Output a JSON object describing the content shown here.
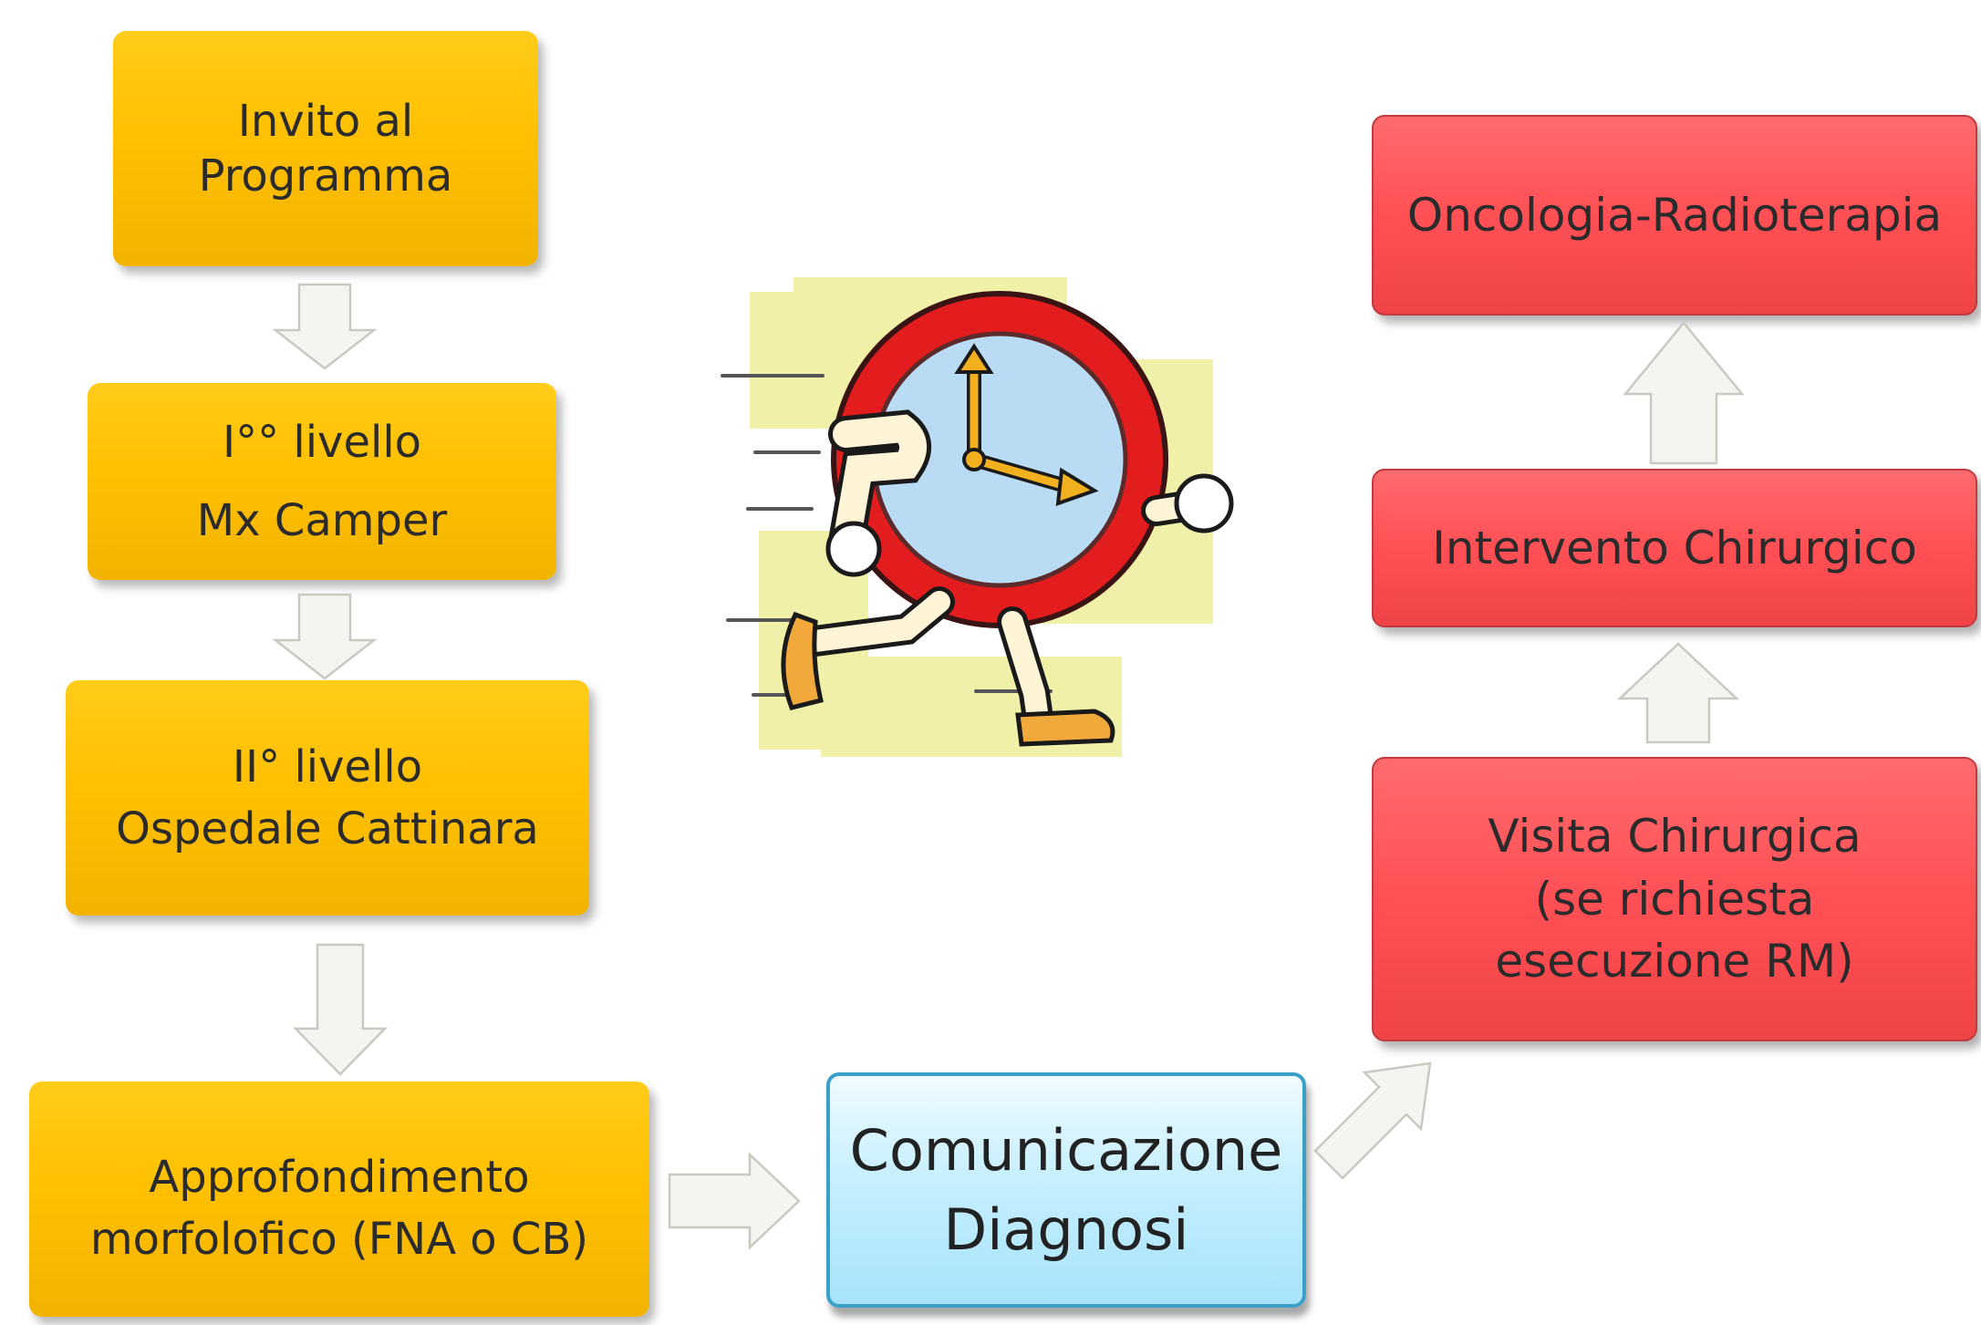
{
  "left_column": {
    "invito": [
      "Invito al",
      "Programma"
    ],
    "primo_livello": [
      "I°° livello",
      "Mx  Camper"
    ],
    "secondo_livello": [
      "II° livello",
      "Ospedale Cattinara"
    ],
    "approfondimento": [
      "Approfondimento",
      "morfolofico (FNA o CB)"
    ]
  },
  "center": {
    "comunicazione": [
      "Comunicazione",
      "Diagnosi"
    ]
  },
  "right_column": {
    "oncologia": "Oncologia-Radioterapia",
    "intervento": "Intervento  Chirurgico",
    "visita": [
      "Visita Chirurgica",
      "(se richiesta",
      "esecuzione RM)"
    ]
  },
  "colors": {
    "orange_box": "#ffc000",
    "red_box": "#ff5055",
    "blue_box": "#c6efff",
    "arrow_fill": "#f4f4f0"
  },
  "illustration": {
    "icon": "running-clock-icon"
  }
}
